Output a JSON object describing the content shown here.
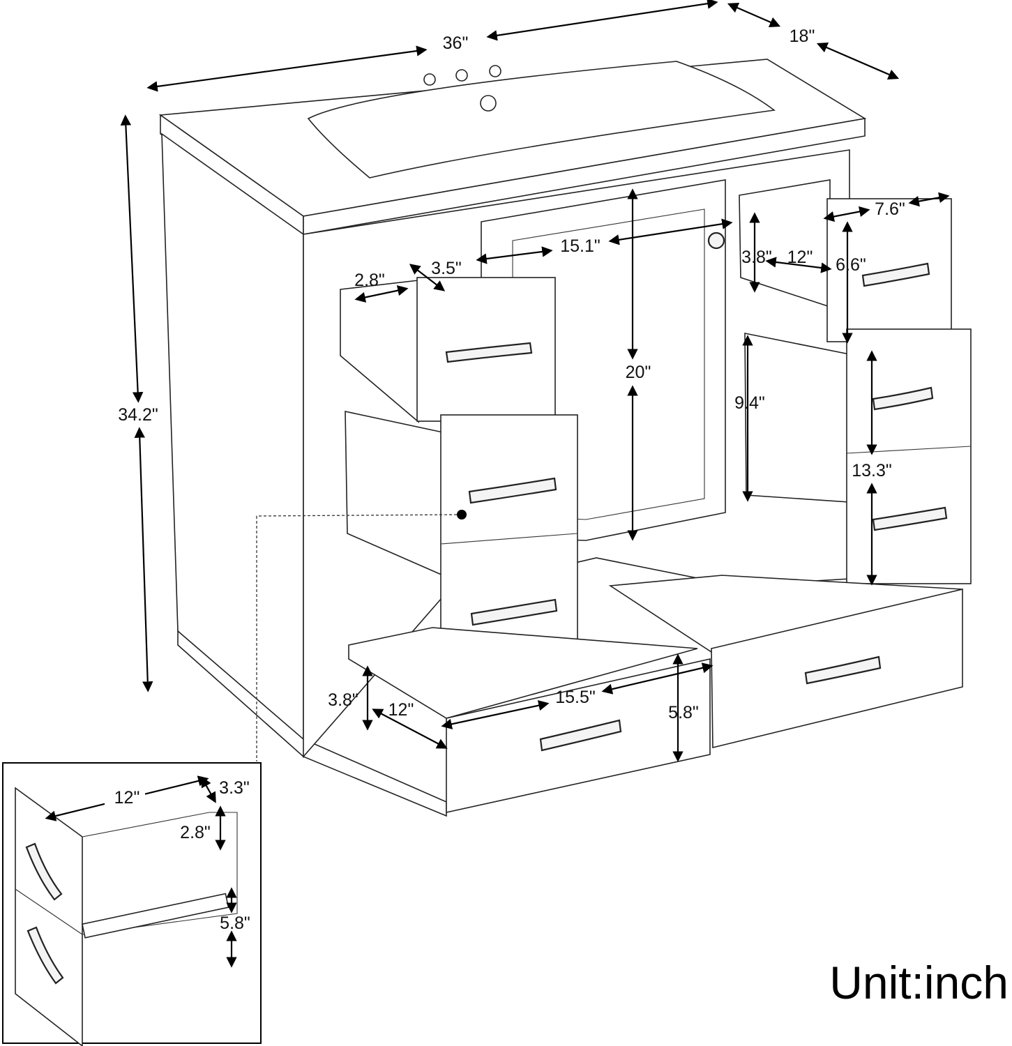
{
  "dimensions": {
    "width": "36\"",
    "depth": "18\"",
    "height": "34.2\"",
    "door_opening": "15.1\"",
    "cabinet_height": "20\"",
    "left_top_drawer_width": "2.8\"",
    "left_top_drawer_depth": "3.5\"",
    "right_top_drawer_width": "7.6\"",
    "right_top_drawer_height": "6.6\"",
    "right_top_inner_height": "3.8\"",
    "right_top_inner_depth": "12\"",
    "right_lower_inner_height": "9.4\"",
    "right_lower_height": "13.3\"",
    "bottom_drawer_width": "15.5\"",
    "bottom_drawer_height": "5.8\"",
    "bottom_inner_height": "3.8\"",
    "bottom_inner_depth": "12\""
  },
  "inset": {
    "depth": "12\"",
    "offset": "3.3\"",
    "inner_height": "2.8\"",
    "outer_height": "5.8\""
  },
  "unit_label": "Unit:inch",
  "colors": {
    "line": "#222222",
    "background": "#ffffff"
  }
}
